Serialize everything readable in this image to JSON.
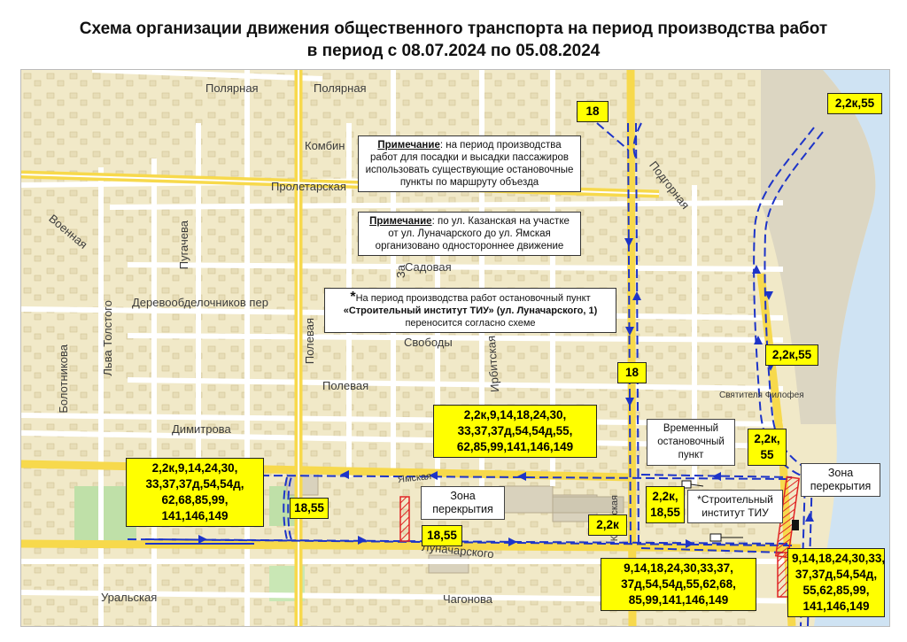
{
  "title": {
    "line1": "Схема организации движения общественного транспорта на период производства работ",
    "line2": "в период с 08.07.2024 по 05.08.2024"
  },
  "streets": {
    "polyarnaya_1": "Полярная",
    "polyarnaya_2": "Полярная",
    "kombin": "Комбин",
    "proletarskaya": "Пролетарская",
    "podgornaya": "Подгорная",
    "voennaya": "Военная",
    "pugacheva": "Пугачева",
    "sadovaya": "Садовая",
    "derevoobdel": "Деревообделочников пер",
    "svobody": "Свободы",
    "lva_tolstogo": "Льва Толстого",
    "bolotnikova": "Болотникова",
    "polevaya_v": "Полевая",
    "polevaya_h": "Полевая",
    "irbitskaya": "Ирбитская",
    "dimitrova": "Димитрова",
    "yamskaya": "Ямская",
    "lunacharskogo": "Луначарского",
    "chagonova": "Чагонова",
    "uralskaya": "Уральская",
    "kazanskaya": "Казанская",
    "zav": "За"
  },
  "notes": {
    "note1": {
      "bold": "Примечание",
      "text": ": на период производства работ для посадки и высадки пассажиров использовать существующие остановочные пункты по маршруту объезда"
    },
    "note2": {
      "bold": "Примечание",
      "text": ": по ул. Казанская на участке от ул. Луначарского до ул. Ямская организовано одностороннее движение"
    },
    "note3": {
      "star": "*",
      "line1": "На период производства работ остановочный пункт",
      "bold": "«Строительный институт ТИУ» (ул. Луначарского, 1)",
      "line3": "переносится согласно схеме"
    }
  },
  "routes": {
    "r18_top": "18",
    "r22k55_top": "2,2к,55",
    "r22k55_mid": "2,2к,55",
    "r18_mid": "18",
    "big_center": "2,2к,9,14,18,24,30, 33,37,37д,54,54д,55, 62,85,99,141,146,149",
    "big_left": "2,2к,9,14,24,30, 33,37,37д,54,54д, 62,68,85,99, 141,146,149",
    "r1855_left": "18,55",
    "r1855_bottom": "18,55",
    "r22k55_small": "2,2к, 55",
    "r22k1855": "2,2к, 18,55",
    "r22k": "2,2к",
    "big_bottom": "9,14,18,24,30,33,37, 37д,54,54д,55,62,68, 85,99,141,146,149",
    "big_right": "9,14,18,24,30,33, 37,37д,54,54д, 55,62,85,99, 141,146,149"
  },
  "labels": {
    "zone_center": "Зона перекрытия",
    "zone_right": "Зона перекрытия",
    "temp_stop": "Временный остановочный пункт",
    "institute": "*Строительный институт ТИУ",
    "svyatitelya": "Святителя Филофея"
  },
  "colors": {
    "route_box": "#ffff00",
    "route_arrows": "#1d34c8",
    "closure_zone": "#e02424",
    "main_roads": "#f7d94c",
    "river": "#cfe3f3"
  }
}
